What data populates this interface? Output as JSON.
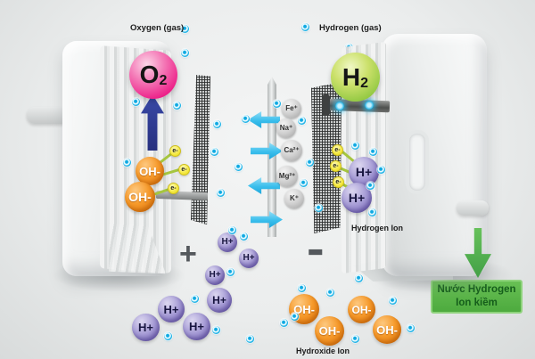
{
  "diagram": {
    "top_labels": {
      "oxygen_gas": "Oxygen (gas)",
      "hydrogen_gas": "Hydrogen (gas)"
    },
    "molecules": {
      "o2": {
        "symbol": "O",
        "subscript": "2"
      },
      "h2": {
        "symbol": "H",
        "subscript": "2"
      }
    },
    "membrane_ions": [
      "Fe⁺",
      "Na⁺",
      "Ca²⁺",
      "Mg²⁺",
      "K⁺"
    ],
    "electron_label": "e-",
    "hydroxide_label": "OH-",
    "hydrogen_label": "H+",
    "hydrogen_ion_caption": "Hydrogen Ion",
    "hydroxide_ion_caption": "Hydroxide Ion",
    "plus_sign": "+",
    "minus_sign": "−",
    "result_box": {
      "line1": "Nước Hydrogen",
      "line2": "Ion kiềm"
    },
    "icons": {
      "water_molecule_dot": "cyan-donut-circle",
      "flow_arrow_left": "cyan-arrow-left",
      "flow_arrow_right": "cyan-arrow-right",
      "current_up_arrow": "navy-up-arrow",
      "result_down_arrow": "green-down-arrow"
    },
    "colors": {
      "o2_pink": "#ec1a85",
      "h2_green": "#8cc63e",
      "hydroxide_orange": "#f08c1e",
      "hydrogen_purple": "#8678c4",
      "electron_yellow": "#f4e83e",
      "mineral_gray": "#c2c2c2",
      "water_dot_cyan": "#1fb4e8",
      "flow_arrow_cyan": "#3abeec",
      "current_arrow_navy": "#2b3990",
      "result_green": "#4daa3e",
      "background_gray": "#ebeded"
    }
  }
}
